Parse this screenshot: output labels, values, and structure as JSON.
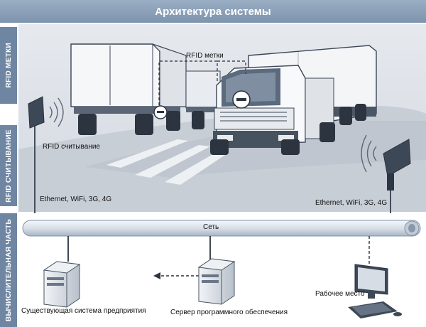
{
  "title": "Архитектура системы",
  "side_labels": {
    "rfid_tags": "RFID МЕТКИ",
    "rfid_reading": "RFID СЧИТЫВАНИЕ",
    "compute": "ВЫЧИСЛИТЕЛЬНАЯ ЧАСТЬ"
  },
  "labels": {
    "rfid_tags": "RFID метки",
    "rfid_reading": "RFID считывание",
    "net_left": "Ethernet, WiFi, 3G, 4G",
    "net_right": "Ethernet, WiFi, 3G, 4G",
    "bus": "Сеть",
    "enterprise_system": "Существующая система предприятия",
    "software_server": "Сервер программного обеспечения",
    "workstation": "Рабочее место"
  },
  "colors": {
    "title_bar": "#8aa0b8",
    "side_bar": "#6e86a2",
    "scene_bg": "#dfe4ea",
    "road": "#b7bec7",
    "bus": "#dde4ec"
  }
}
